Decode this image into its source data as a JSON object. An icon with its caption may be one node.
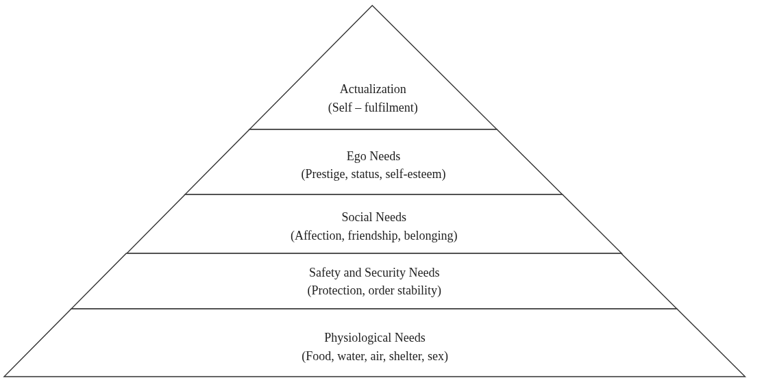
{
  "diagram": {
    "nodes": [
      {
        "text": [
          "Actualization",
          "(Self – fulfilment)"
        ]
      },
      {
        "text": [
          "Ego Needs",
          "(Prestige, status, self-esteem)"
        ]
      },
      {
        "text": [
          "Social Needs",
          "(Affection, friendship, belonging)"
        ]
      },
      {
        "text": [
          "Safety and Security Needs",
          "(Protection, order stability)"
        ]
      },
      {
        "text": [
          "Physiological Needs",
          "(Food, water, air, shelter, sex)"
        ]
      }
    ]
  }
}
